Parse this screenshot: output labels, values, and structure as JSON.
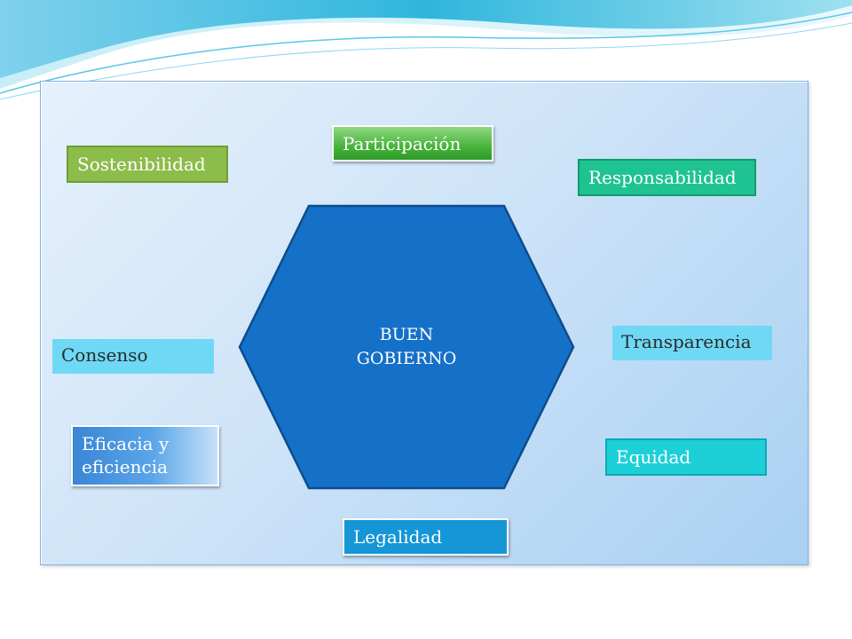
{
  "diagram": {
    "center": {
      "line1": "BUEN",
      "line2": "GOBIERNO",
      "fill_color": "#1570c8"
    },
    "principles": {
      "sostenibilidad": "Sostenibilidad",
      "participacion": "Participación",
      "responsabilidad": "Responsabilidad",
      "consenso": "Consenso",
      "transparencia": "Transparencia",
      "eficacia_line1": "Eficacia y",
      "eficacia_line2": "eficiencia",
      "equidad": "Equidad",
      "legalidad": "Legalidad"
    }
  },
  "colors": {
    "panel": "#cfe4f8",
    "sostenibilidad": "#8cbd4a",
    "participacion": "#47b43b",
    "responsabilidad": "#1fc392",
    "consenso": "#6fd9f5",
    "transparencia": "#6fd9f5",
    "eficacia": "#3a86d6",
    "equidad": "#1dd0d8",
    "legalidad": "#1596d6"
  }
}
